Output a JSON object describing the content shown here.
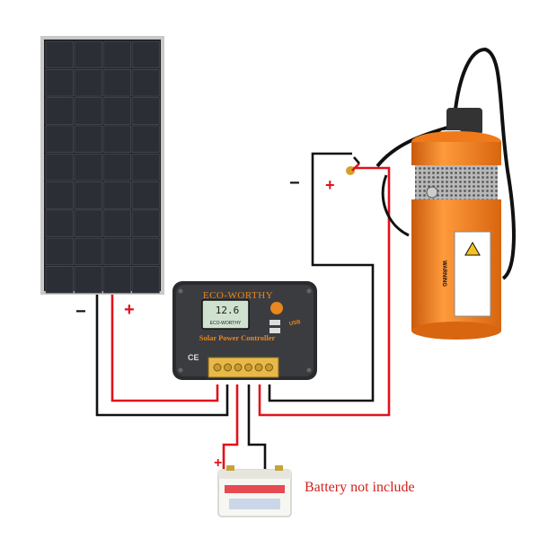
{
  "panel": {
    "name": "solar-panel"
  },
  "panel_terminals": {
    "negative": "−",
    "positive": "+"
  },
  "pump_terminals": {
    "negative": "−",
    "positive": "+"
  },
  "battery_terminals": {
    "positive": "+"
  },
  "controller": {
    "brand": "ECO-WORTHY",
    "subtitle": "Solar Power Controller",
    "lcd_value": "12.6",
    "lcd_brand": "ECO-WORTHY",
    "ce_mark": "CE",
    "usb_label": "USB"
  },
  "pump": {
    "warning_label": "WARNING"
  },
  "battery": {
    "note": "Battery not include"
  },
  "colors": {
    "positive_wire": "#e0121b",
    "negative_wire": "#111111",
    "pump_body": "#f07a1a",
    "controller_accent": "#e8871e",
    "battery_note": "#d0211c"
  }
}
